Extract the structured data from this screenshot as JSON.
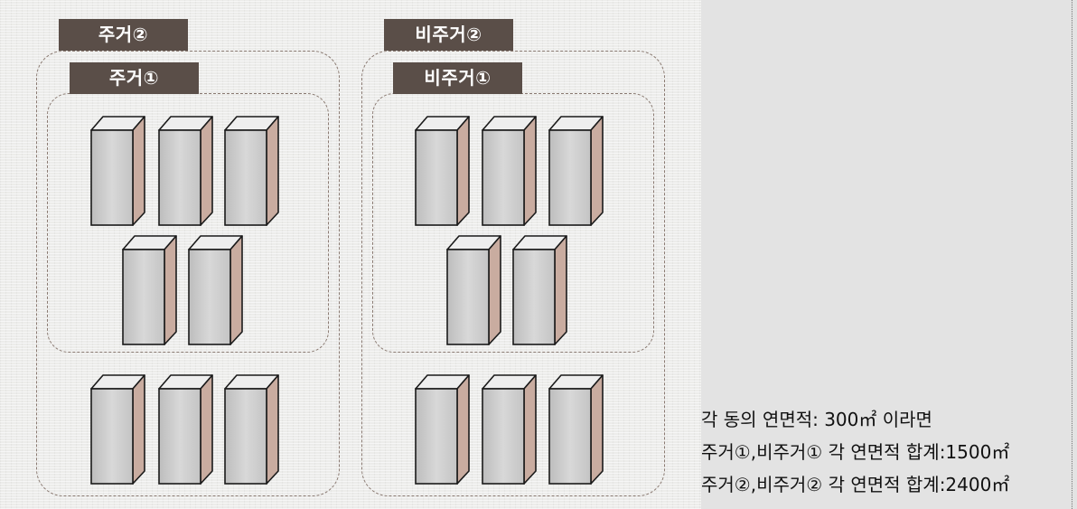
{
  "labels": {
    "jugeo2": "주거②",
    "jugeo1": "주거①",
    "bijugeo2": "비주거②",
    "bijugeo1": "비주거①"
  },
  "notes": {
    "line1": "각 동의 연면적: 300㎡ 이라면",
    "line2": "주거①,비주거① 각 연면적 합계:1500㎡",
    "line3": "주거②,비주거② 각 연면적 합계:2400㎡"
  },
  "colors": {
    "label_bg": "#5a4e48",
    "building_front": "#d8d8d8",
    "building_side": "#c9aca0",
    "building_top": "#eeeeee",
    "dashed_border": "#8a7a72"
  }
}
